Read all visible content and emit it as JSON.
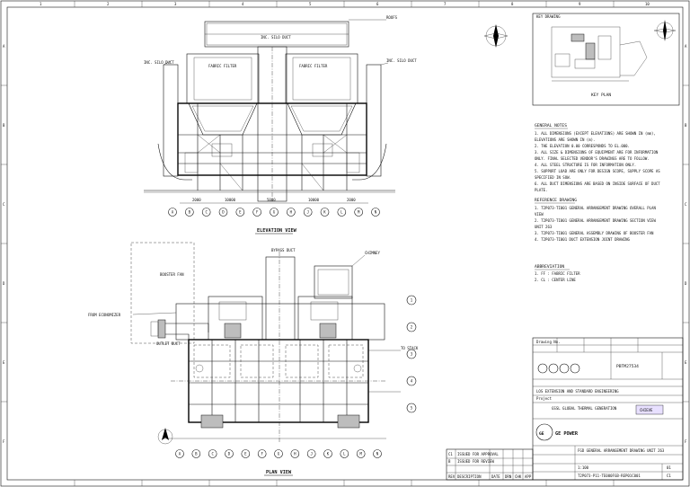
{
  "border": {
    "columns": [
      "1",
      "2",
      "3",
      "4",
      "5",
      "6",
      "7",
      "8",
      "9",
      "10"
    ],
    "rows": [
      "A",
      "B",
      "C",
      "D",
      "E",
      "F"
    ]
  },
  "elevation_view": {
    "title": "ELEVATION VIEW",
    "labels": {
      "top_left": "INC. SILO DUCT",
      "top_right": "ROOFS",
      "filter_left": "FABRIC FILTER",
      "filter_right": "FABRIC FILTER",
      "side_left": "INC. SILO DUCT",
      "side_right": "INC. SILO DUCT"
    },
    "grid_bubbles": [
      "A",
      "B",
      "C",
      "D",
      "E",
      "F",
      "G",
      "H",
      "J",
      "K",
      "L",
      "M",
      "N"
    ],
    "dims": [
      "2000",
      "10000",
      "5000",
      "10000",
      "2000"
    ]
  },
  "plan_view": {
    "title": "PLAN VIEW",
    "labels": {
      "top_center": "BYPASS DUCT",
      "top_right": "CHIMNEY",
      "left_top": "BOOSTER FAN",
      "left_mid": "FROM ECONOMIZER",
      "right_mid": "TO STACK",
      "bottom_left": "OUTLET DUCT"
    },
    "grid_bubbles_bottom": [
      "A",
      "B",
      "C",
      "D",
      "E",
      "F",
      "G",
      "H",
      "J",
      "K",
      "L",
      "M",
      "N"
    ],
    "grid_bubbles_right": [
      "1",
      "2",
      "3",
      "4",
      "5"
    ]
  },
  "key_plan": {
    "header": "KEY DRAWING",
    "title": "KEY PLAN"
  },
  "notes": {
    "general_title": "GENERAL NOTES",
    "general": [
      "1. ALL DIMENSIONS (EXCEPT ELEVATIONS) ARE SHOWN IN (mm),",
      "   ELEVATIONS ARE SHOWN IN (m).",
      "2. THE ELEVATION 0.00 CORRESPONDS TO EL.000.",
      "3. ALL SIZE & DIMENSIONS OF EQUIPMENT ARE FOR INFORMATION",
      "   ONLY. FINAL SELECTED VENDOR'S DRAWINGS ARE TO FOLLOW.",
      "4. ALL STEEL STRUCTURE IS FOR INFORMATION ONLY.",
      "5. SUPPORT LOAD ARE ONLY FOR DESIGN SCOPE, SUPPLY SCOPE AS",
      "   SPECIFIED IN SOW.",
      "6. ALL DUCT DIMENSIONS ARE BASED ON INSIDE SURFACE OF DUCT",
      "   PLATE."
    ],
    "reference_title": "REFERENCE DRAWING",
    "reference": [
      "1. T2P073-TI001 GENERAL ARRANGEMENT DRAWING OVERALL PLAN",
      "   VIEW",
      "2. T2P073-TI001 GENERAL ARRANGEMENT DRAWING SECTION VIEW",
      "   UNIT 263",
      "3. T2P073-TI001 GENERAL ASSEMBLY DRAWING OF BOOSTER FAN",
      "4. T2P073-TI001 DUCT EXTENSION JOINT DRAWING"
    ],
    "abbrev_title": "ABBREVIATION",
    "abbrev": [
      "1. FF   : FABRIC FILTER",
      "2. CL   : CENTER LINE"
    ]
  },
  "title_block": {
    "project_label": "Project",
    "project": "GSSL GLOBAL THERMAL GENERATION",
    "drawing_no_label": "Drawing No.",
    "drawing_no": "PBTM27534",
    "company": "GE POWER",
    "drawing_title": "FGD GENERAL ARRANGEMENT DRAWING UNIT 263",
    "document_no": "T2P073-P11-TE000FGB-REP01C001",
    "rev": "C1",
    "scale": "1:100",
    "sheet": "01",
    "client_logo": "CHIEVE",
    "contractor_line": "LOS EXTENSION AND STANDARD ENGINEERING"
  },
  "revision_block": {
    "headers": [
      "REV",
      "DESCRIPTION",
      "DATE",
      "DRN",
      "CHK",
      "APP"
    ],
    "rows": [
      [
        "C1",
        "ISSUED FOR APPROVAL",
        "",
        "",
        "",
        ""
      ],
      [
        "B",
        "ISSUED FOR REVIEW",
        "",
        "",
        "",
        ""
      ]
    ]
  }
}
